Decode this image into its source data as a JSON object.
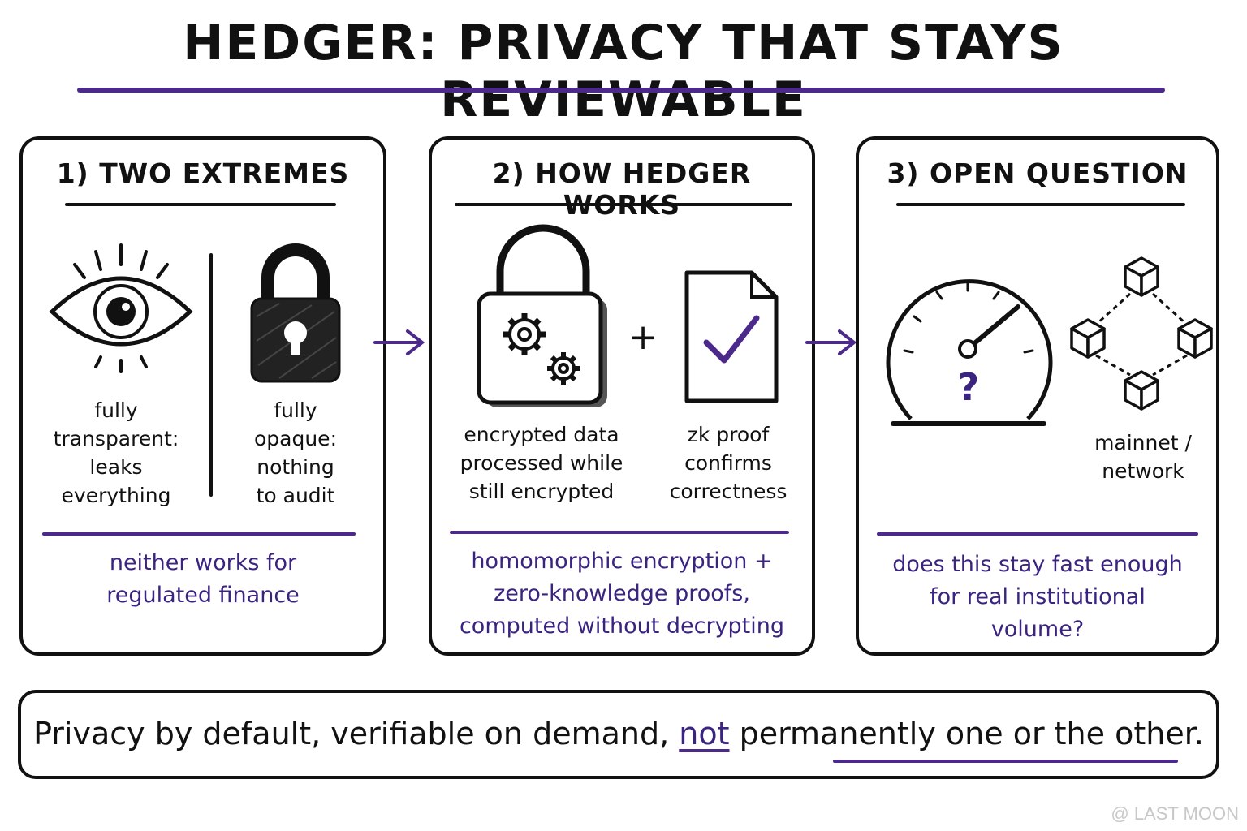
{
  "title": "HEDGER: PRIVACY THAT STAYS REVIEWABLE",
  "panels": [
    {
      "heading": "1) TWO EXTREMES",
      "items": [
        {
          "icon": "eye-icon",
          "label": "fully\ntransparent:\nleaks\neverything"
        },
        {
          "icon": "padlock-icon",
          "label": "fully\nopaque:\nnothing\nto audit"
        }
      ],
      "caption": "neither works for\nregulated finance"
    },
    {
      "heading": "2) HOW HEDGER WORKS",
      "items": [
        {
          "icon": "gear-padlock-icon",
          "label": "encrypted data\nprocessed while\nstill encrypted"
        },
        {
          "icon": "checked-document-icon",
          "label": "zk proof\nconfirms\ncorrectness"
        }
      ],
      "operator": "+",
      "caption": "homomorphic encryption +\nzero-knowledge proofs,\ncomputed without decrypting"
    },
    {
      "heading": "3) OPEN QUESTION",
      "items": [
        {
          "icon": "speedometer-icon",
          "label": ""
        },
        {
          "icon": "network-cubes-icon",
          "label": "mainnet /\nnetwork"
        }
      ],
      "gauge_mark": "?",
      "caption": "does this stay fast enough\nfor real institutional\nvolume?"
    }
  ],
  "footer": {
    "before": "Privacy by default, verifiable on demand, ",
    "emphasis": "not",
    "after": " permanently one or the other."
  },
  "watermark": "@ LAST MOON",
  "colors": {
    "accent": "#4b2a8c",
    "caption": "#3b2480",
    "ink": "#111111"
  }
}
